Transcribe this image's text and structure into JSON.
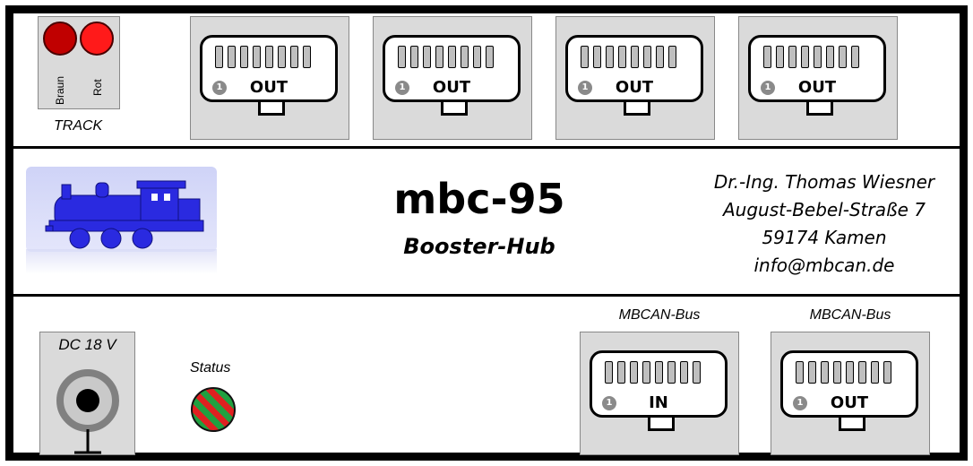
{
  "track": {
    "led_labels": [
      "Braun",
      "Rot"
    ],
    "label": "TRACK",
    "led_colors": [
      "#c00000",
      "#ff1a1a"
    ]
  },
  "out_connectors": [
    {
      "pin1": "1",
      "label": "OUT"
    },
    {
      "pin1": "1",
      "label": "OUT"
    },
    {
      "pin1": "1",
      "label": "OUT"
    },
    {
      "pin1": "1",
      "label": "OUT"
    }
  ],
  "title": {
    "name": "mbc-95",
    "subtitle": "Booster-Hub"
  },
  "address": {
    "line1": "Dr.-Ing. Thomas Wiesner",
    "line2": "August-Bebel-Straße 7",
    "line3": "59174 Kamen",
    "line4": "info@mbcan.de"
  },
  "power": {
    "label": "DC 18 V"
  },
  "status": {
    "label": "Status",
    "colors": [
      "#e02020",
      "#20a040"
    ]
  },
  "bus_connectors": [
    {
      "caption": "MBCAN-Bus",
      "pin1": "1",
      "label": "IN"
    },
    {
      "caption": "MBCAN-Bus",
      "pin1": "1",
      "label": "OUT"
    }
  ],
  "colors": {
    "frame": "#000000",
    "panel": "#dadada",
    "pin": "#bfbfbf",
    "loco": "#2a2ae0"
  }
}
